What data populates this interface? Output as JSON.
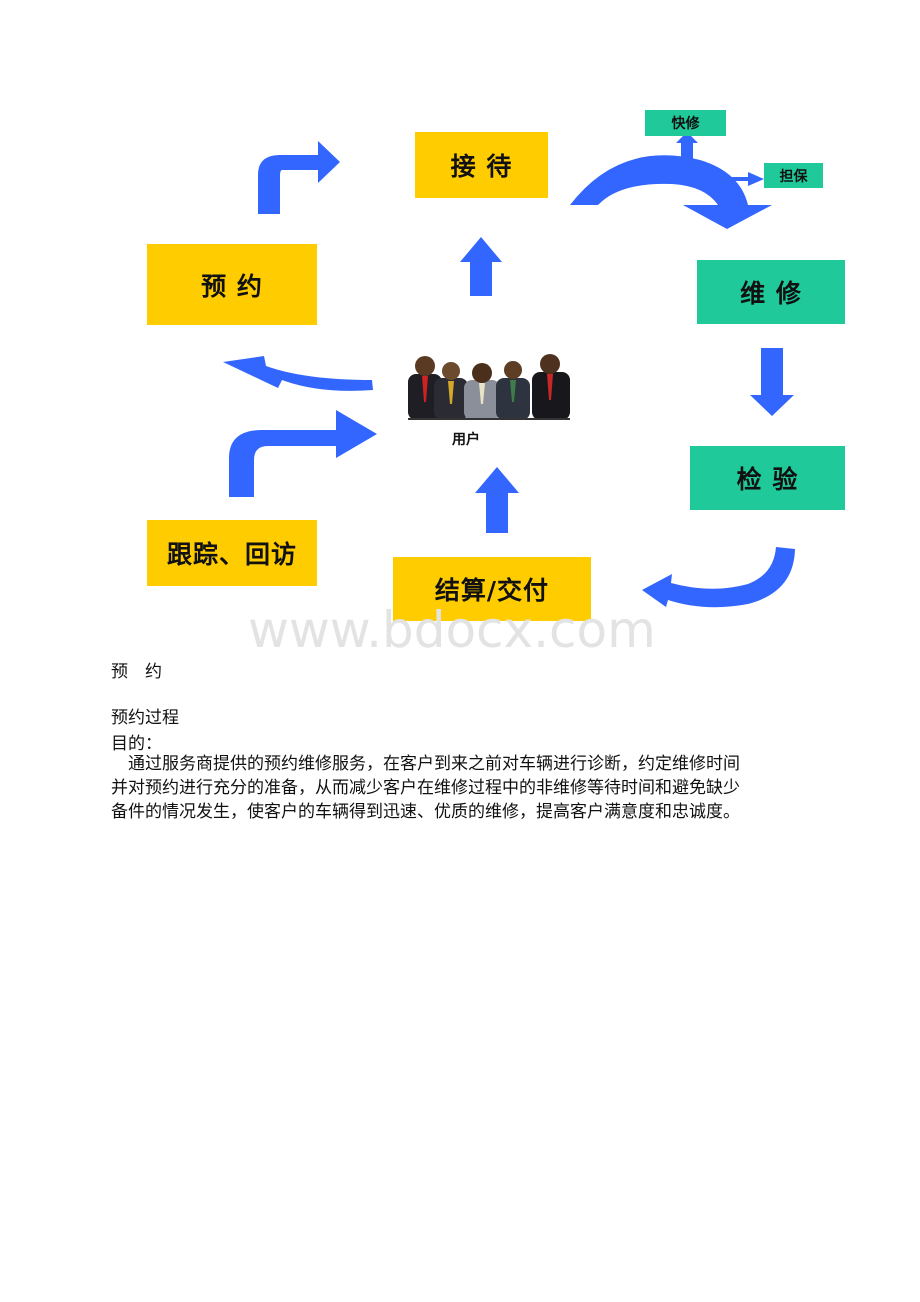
{
  "diagram": {
    "reception": "接 待",
    "appointment": "预 约",
    "repair": "维 修",
    "inspection": "检 验",
    "followup": "跟踪、回访",
    "settlement": "结算/交付",
    "quick_repair": "快修",
    "warranty": "担保",
    "user": "用户",
    "colors": {
      "yellow": "#ffcc00",
      "teal": "#1fc99a",
      "arrow": "#3366ff"
    }
  },
  "watermark": "www.bdocx.com",
  "text": {
    "section_title": "预　约",
    "sub_title": "预约过程",
    "purpose_label": "目的：",
    "paragraph_lines": [
      "　通过服务商提供的预约维修服务，在客户到来之前对车辆进行诊断，约定维修时间",
      "并对预约进行充分的准备，从而减少客户在维修过程中的非维修等待时间和避免缺少",
      "备件的情况发生，使客户的车辆得到迅速、优质的维修，提高客户满意度和忠诚度。"
    ]
  }
}
